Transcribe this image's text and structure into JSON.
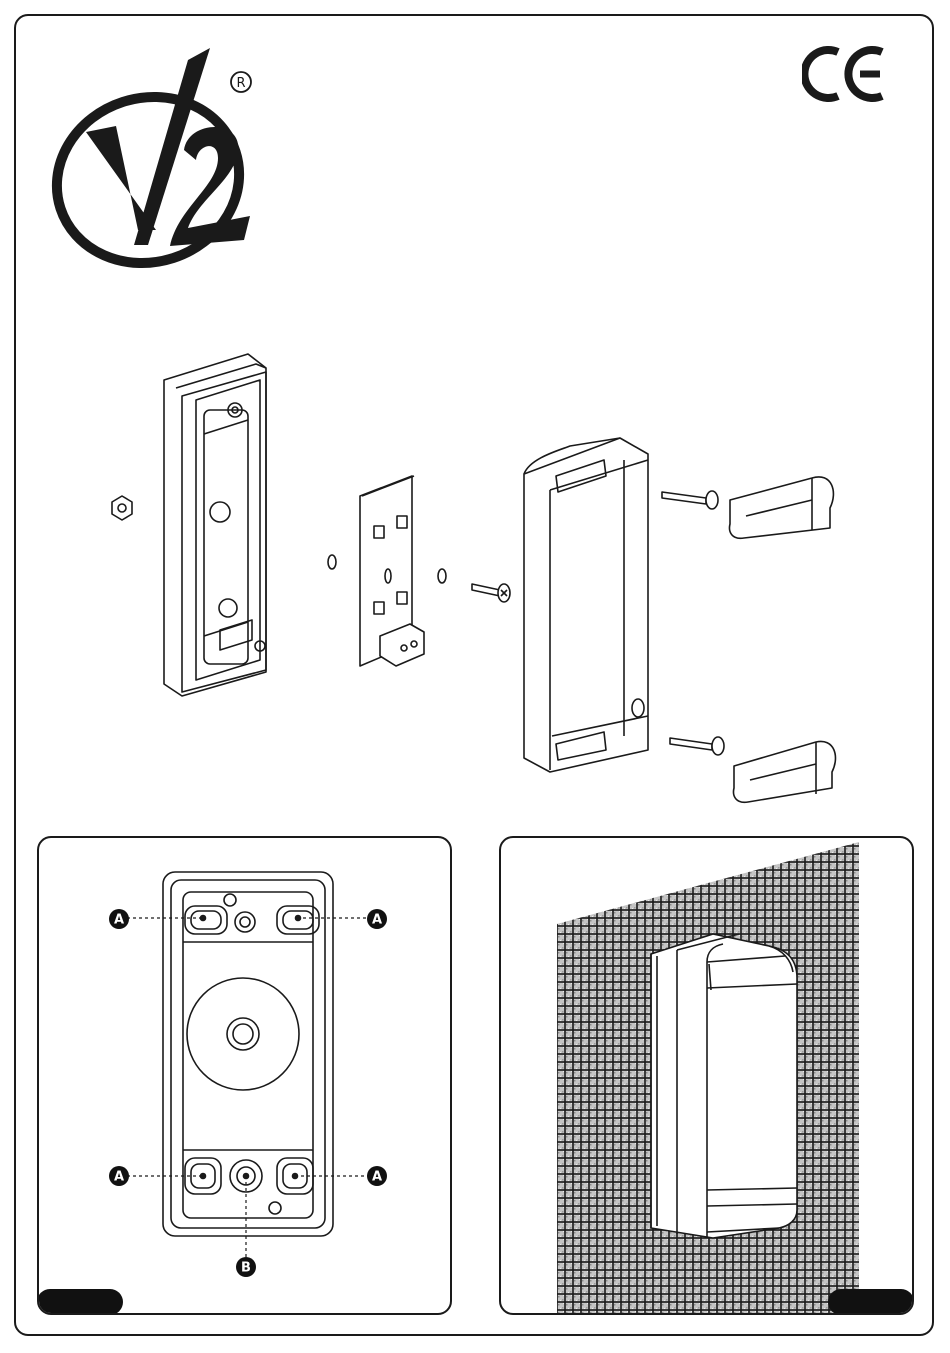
{
  "brand": {
    "logo_text": "V2",
    "registered_mark": "R"
  },
  "certification": {
    "mark": "CE"
  },
  "figure_a": {
    "callouts": [
      {
        "id": "top-left",
        "label": "A"
      },
      {
        "id": "top-right",
        "label": "A"
      },
      {
        "id": "bottom-left",
        "label": "A"
      },
      {
        "id": "bottom-right",
        "label": "A"
      },
      {
        "id": "bottom-center",
        "label": "B"
      }
    ]
  },
  "colors": {
    "line": "#1a1a1a",
    "wall": "#b8b8b8",
    "badge": "#111111"
  }
}
